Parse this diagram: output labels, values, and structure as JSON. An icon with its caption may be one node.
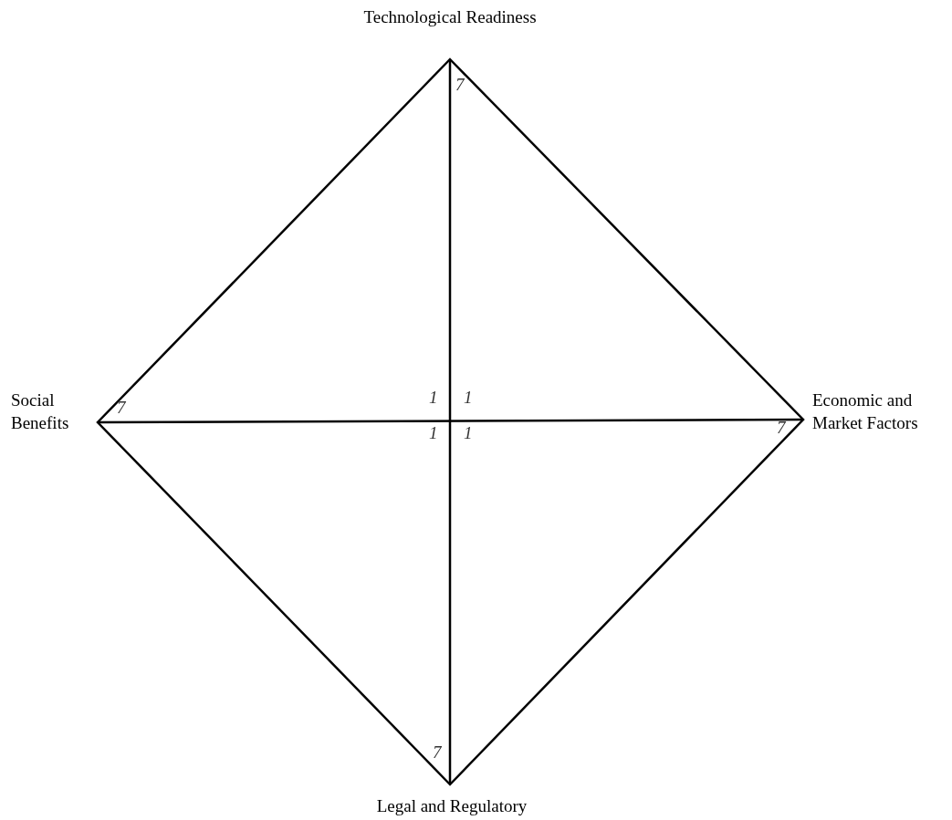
{
  "diagram": {
    "labels": [
      "Technological Readiness",
      "7",
      "Social Benefits",
      "7",
      "1",
      "1",
      "Economic and Market Factors",
      "7",
      "1",
      "1",
      "7",
      "Legal and Regulatory"
    ]
  }
}
